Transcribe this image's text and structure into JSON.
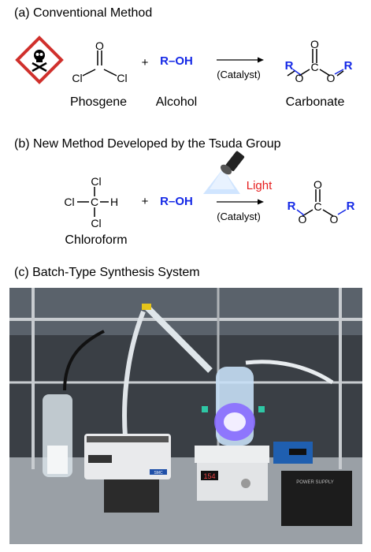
{
  "section_a": {
    "heading": "(a) Conventional Method",
    "reactant1_label": "Phosgene",
    "reactant2_label": "Alcohol",
    "product_label": "Carbonate",
    "catalyst": "(Catalyst)",
    "plus": "+",
    "alcohol": "R–OH",
    "atom_O": "O",
    "atom_C": "C",
    "atom_Cl": "Cl",
    "atom_R": "R"
  },
  "section_b": {
    "heading": "(b) New Method Developed by the Tsuda Group",
    "reactant1_label": "Chloroform",
    "light": "Light",
    "catalyst": "(Catalyst)",
    "plus": "+",
    "alcohol": "R–OH",
    "atom_Cl": "Cl",
    "atom_C": "C",
    "atom_H": "H",
    "atom_O": "O",
    "atom_R": "R"
  },
  "section_c": {
    "heading": "(c) Batch-Type Synthesis System",
    "display_value": "154",
    "pump_brand": "SMC",
    "power_supply_label": "POWER SUPPLY"
  },
  "colors": {
    "blue": "#1428e6",
    "red": "#e61e1e",
    "hazard": "#d0302c"
  }
}
